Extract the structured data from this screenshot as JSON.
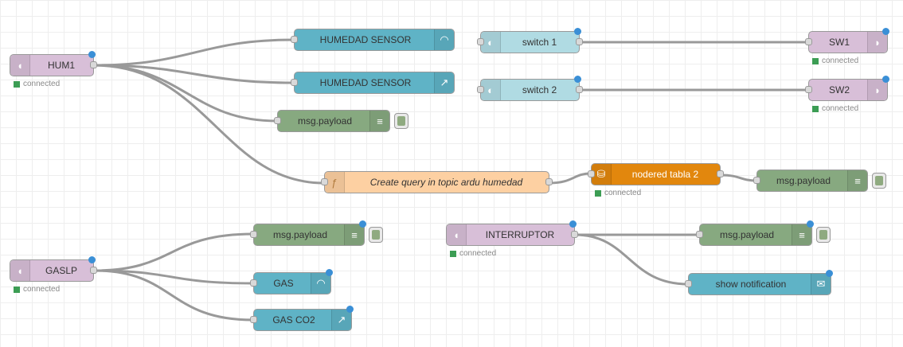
{
  "colors": {
    "mqtt": "#d8bfd8",
    "dashboard": "#5fb3c6",
    "switch": "#b0dbe3",
    "debug": "#87a980",
    "function": "#fdd0a2",
    "database": "#e2870d"
  },
  "flow": {
    "hum1": {
      "label": "HUM1",
      "status": "connected",
      "icon": "bridge-icon"
    },
    "humedad_gauge": {
      "label": "HUMEDAD SENSOR",
      "icon": "gauge-icon"
    },
    "humedad_chart": {
      "label": "HUMEDAD SENSOR",
      "icon": "chart-icon"
    },
    "debug1": {
      "label": "msg.payload",
      "icon": "list-icon"
    },
    "function1": {
      "label": "Create query in topic ardu humedad",
      "icon": "function-icon"
    },
    "db": {
      "label": "nodered tabla 2",
      "status": "connected",
      "icon": "database-icon"
    },
    "debug2": {
      "label": "msg.payload",
      "icon": "list-icon"
    },
    "switch1": {
      "label": "switch 1",
      "icon": "toggle-icon"
    },
    "switch2": {
      "label": "switch 2",
      "icon": "toggle-icon"
    },
    "sw1": {
      "label": "SW1",
      "status": "connected",
      "icon": "bridge-icon"
    },
    "sw2": {
      "label": "SW2",
      "status": "connected",
      "icon": "bridge-icon"
    },
    "gaslp": {
      "label": "GASLP",
      "status": "connected",
      "icon": "bridge-icon"
    },
    "debug3": {
      "label": "msg.payload",
      "icon": "list-icon"
    },
    "gas_gauge": {
      "label": "GAS",
      "icon": "gauge-icon"
    },
    "gas_chart": {
      "label": "GAS CO2",
      "icon": "chart-icon"
    },
    "interruptor": {
      "label": "INTERRUPTOR",
      "status": "connected",
      "icon": "bridge-icon"
    },
    "debug4": {
      "label": "msg.payload",
      "icon": "list-icon"
    },
    "notification": {
      "label": "show notification",
      "icon": "envelope-icon"
    }
  }
}
